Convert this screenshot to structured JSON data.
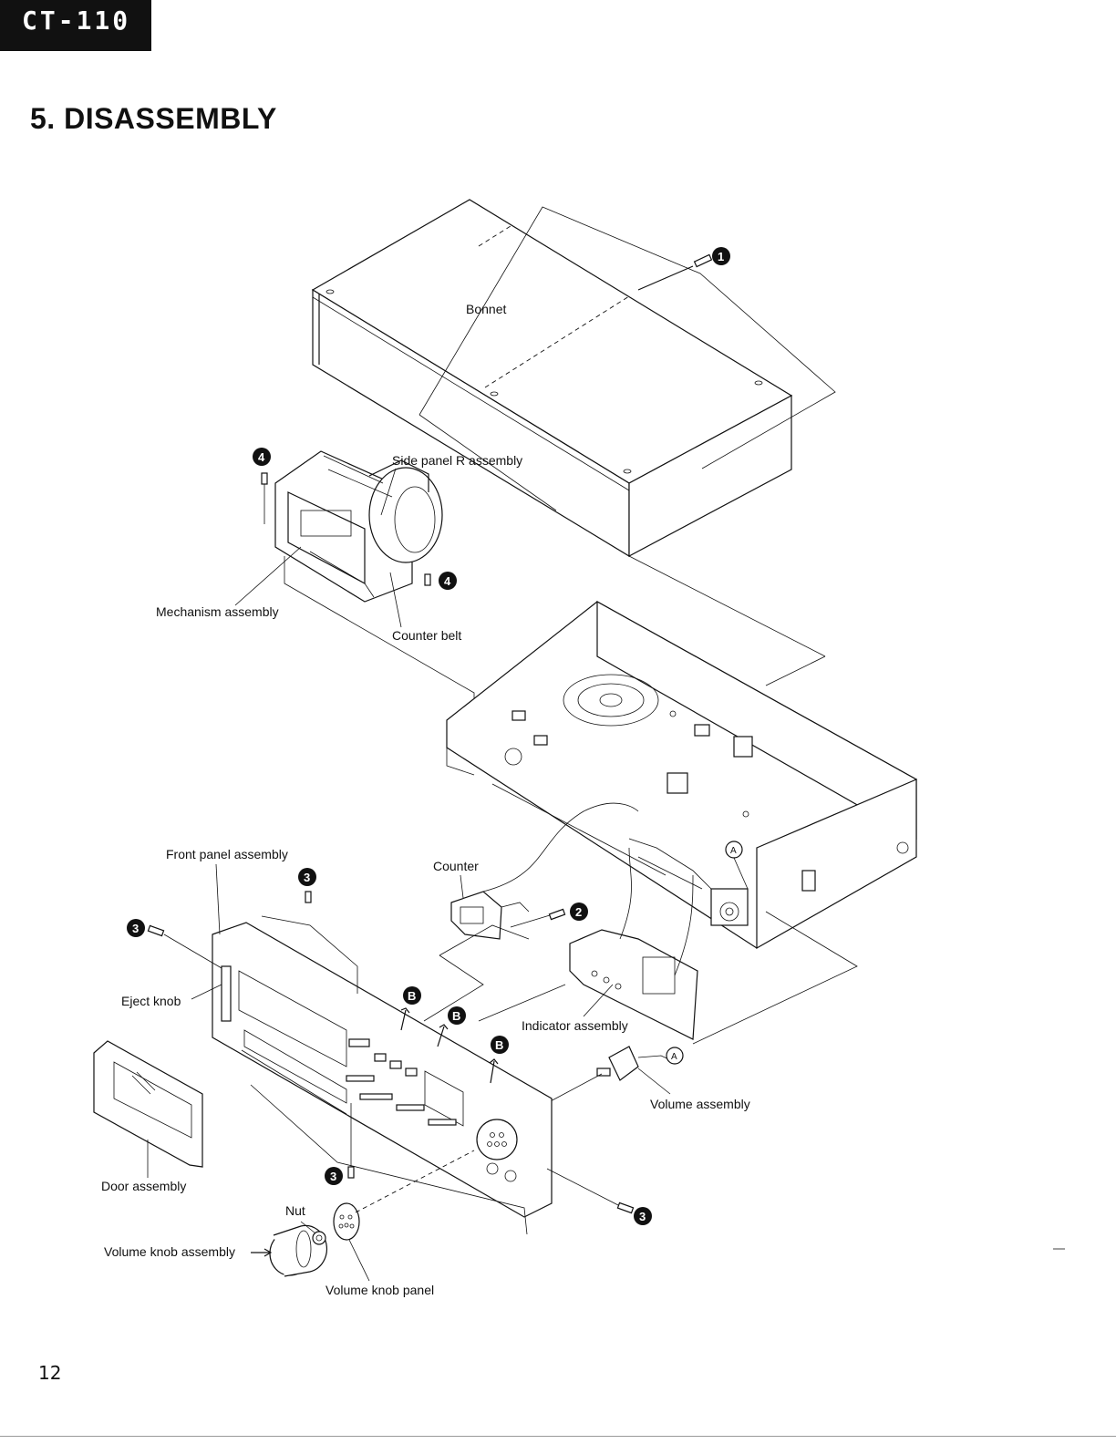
{
  "header": {
    "model": "CT-110"
  },
  "page_title": "5. DISASSEMBLY",
  "labels": {
    "bonnet": "Bonnet",
    "side_panel_r": "Side panel R assembly",
    "mechanism": "Mechanism assembly",
    "counter_belt": "Counter belt",
    "front_panel": "Front panel assembly",
    "counter": "Counter",
    "eject_knob": "Eject knob",
    "indicator": "Indicator assembly",
    "volume_assembly": "Volume assembly",
    "door_assembly": "Door assembly",
    "nut": "Nut",
    "volume_knob_assembly": "Volume knob assembly",
    "volume_knob_panel": "Volume knob panel"
  },
  "markers": {
    "one": "1",
    "two": "2",
    "three": "3",
    "four": "4",
    "b": "B",
    "a": "A"
  },
  "footer": {
    "page_number": "12"
  }
}
